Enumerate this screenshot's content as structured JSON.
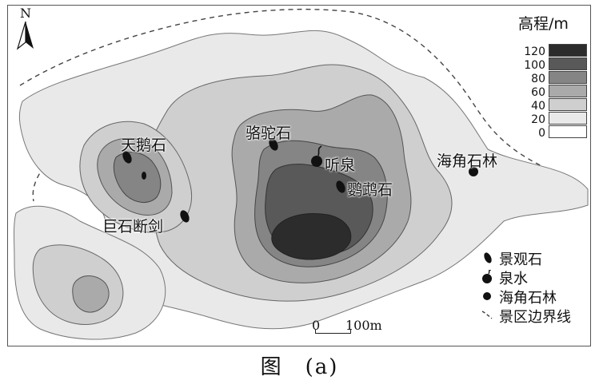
{
  "map": {
    "north_label": "N",
    "places": {
      "tiane": "天鹅石",
      "jushi": "巨石断剑",
      "luotuo": "骆驼石",
      "tingquan": "听泉",
      "yingwu": "鹦鹉石",
      "haijiao": "海角石林"
    },
    "elevation_legend": {
      "title": "高程/m",
      "ticks": [
        "120",
        "100",
        "80",
        "60",
        "40",
        "20",
        "0"
      ],
      "bands": [
        {
          "range": "100-120",
          "color": "#2c2c2c"
        },
        {
          "range": "80-100",
          "color": "#595959"
        },
        {
          "range": "60-80",
          "color": "#858585"
        },
        {
          "range": "40-60",
          "color": "#aaaaaa"
        },
        {
          "range": "20-40",
          "color": "#cfcfcf"
        },
        {
          "range": "0-20",
          "color": "#e9e9e9"
        }
      ]
    },
    "symbol_legend": {
      "scenic_stone": "景观石",
      "spring": "泉水",
      "stone_forest": "海角石林",
      "boundary": "景区边界线"
    },
    "scale": {
      "zero": "0",
      "distance": "100m"
    },
    "fill_colors": {
      "base": "#e9e9e9",
      "l20": "#cfcfcf",
      "l40": "#aaaaaa",
      "l60": "#858585",
      "l80": "#595959",
      "l100": "#2c2c2c"
    }
  },
  "caption": "图　(a)"
}
